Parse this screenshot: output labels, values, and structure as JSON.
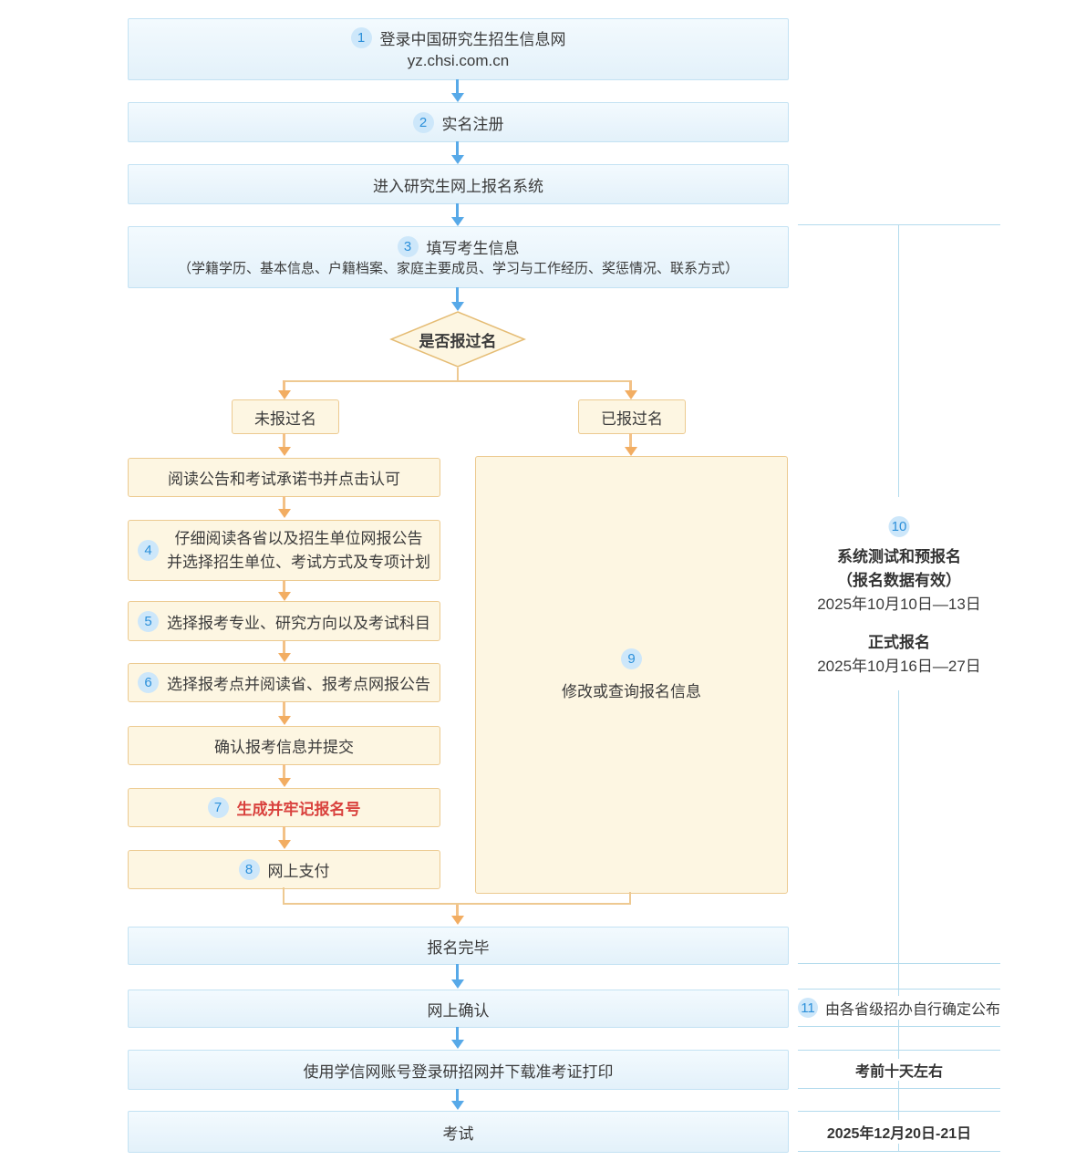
{
  "flow": {
    "step1": {
      "num": "1",
      "line1": "登录中国研究生招生信息网",
      "line2": "yz.chsi.com.cn"
    },
    "step2": {
      "num": "2",
      "label": "实名注册"
    },
    "enter_system": {
      "label": "进入研究生网上报名系统"
    },
    "step3": {
      "num": "3",
      "line1": "填写考生信息",
      "line2": "（学籍学历、基本信息、户籍档案、家庭主要成员、学习与工作经历、奖惩情况、联系方式）"
    },
    "decision": {
      "label": "是否报过名"
    },
    "branch_left": {
      "label": "未报过名"
    },
    "branch_right": {
      "label": "已报过名"
    },
    "left_steps": [
      {
        "label": "阅读公告和考试承诺书并点击认可"
      },
      {
        "num": "4",
        "line1": "仔细阅读各省以及招生单位网报公告",
        "line2": "并选择招生单位、考试方式及专项计划"
      },
      {
        "num": "5",
        "label": "选择报考专业、研究方向以及考试科目"
      },
      {
        "num": "6",
        "label": "选择报考点并阅读省、报考点网报公告"
      },
      {
        "label": "确认报考信息并提交"
      },
      {
        "num": "7",
        "label": "生成并牢记报名号"
      },
      {
        "num": "8",
        "label": "网上支付"
      }
    ],
    "modify_box": {
      "num": "9",
      "label": "修改或查询报名信息"
    },
    "finish": {
      "label": "报名完毕"
    },
    "confirm": {
      "label": "网上确认"
    },
    "download": {
      "label": "使用学信网账号登录研招网并下载准考证打印"
    },
    "exam": {
      "label": "考试"
    }
  },
  "sidebar": {
    "note10": {
      "num": "10",
      "heading1": "系统测试和预报名",
      "sub1": "（报名数据有效）",
      "date1": "2025年10月10日—13日",
      "heading2": "正式报名",
      "date2": "2025年10月16日—27日"
    },
    "row11": {
      "num": "11",
      "label": "由各省级招办自行确定公布"
    },
    "row_before_exam": {
      "label": "考前十天左右"
    },
    "row_exam_date": {
      "label": "2025年12月20日-21日"
    }
  },
  "colors": {
    "blue_box_border": "#c3e2f3",
    "cream_box_border": "#ecca90",
    "blue_arrow": "#57a9e8",
    "orange_arrow": "#f2ad62",
    "chip_bg": "#cde7fa",
    "chip_text": "#2c90da",
    "highlight_red": "#d9413d",
    "sidebar_line": "#b3dbed"
  }
}
